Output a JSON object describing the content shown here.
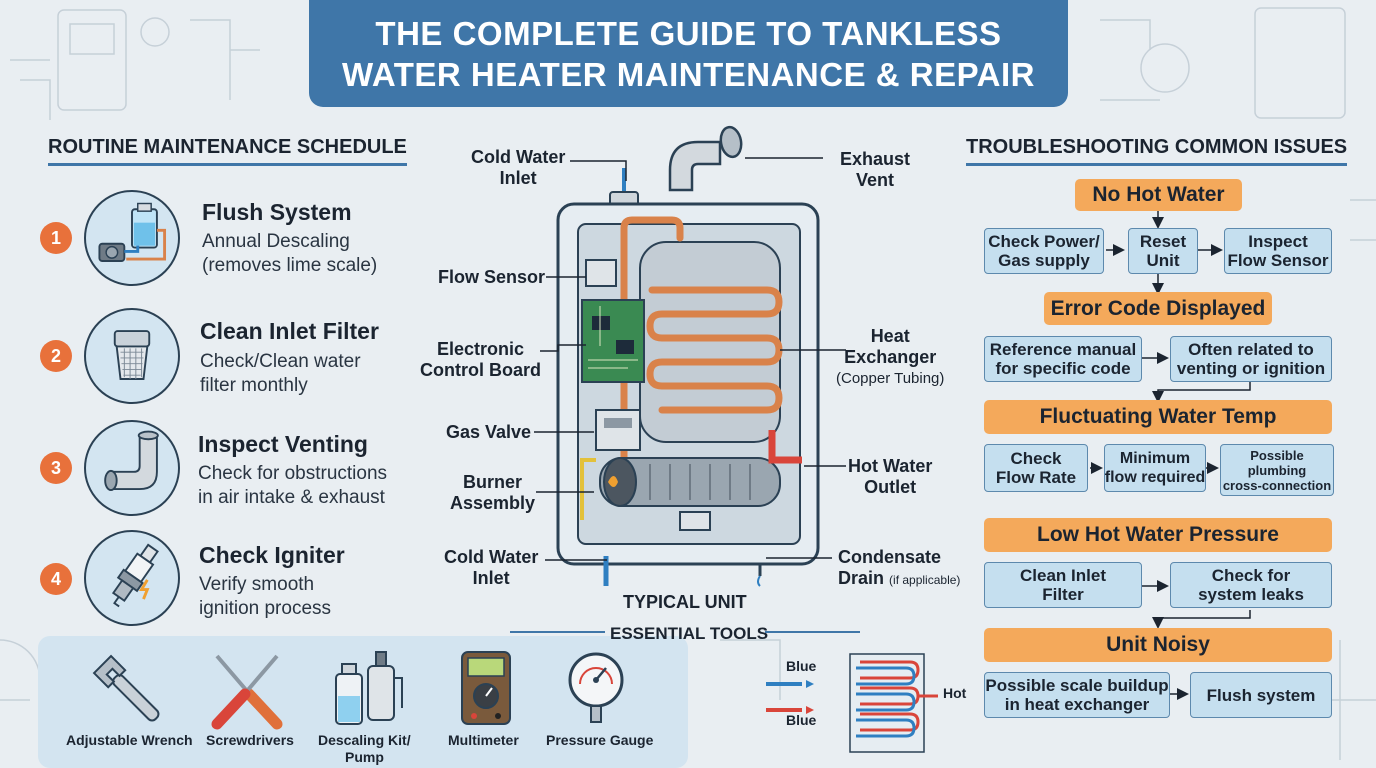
{
  "title": {
    "line1": "THE COMPLETE GUIDE TO TANKLESS",
    "line2": "WATER HEATER MAINTENANCE & REPAIR"
  },
  "maintenance": {
    "heading": "ROUTINE MAINTENANCE SCHEDULE",
    "steps": [
      {
        "number": "1",
        "title": "Flush System",
        "desc1": "Annual Descaling",
        "desc2": "(removes lime scale)",
        "icon": "flush-pump-icon"
      },
      {
        "number": "2",
        "title": "Clean Inlet Filter",
        "desc1": "Check/Clean water",
        "desc2": "filter monthly",
        "icon": "filter-icon"
      },
      {
        "number": "3",
        "title": "Inspect Venting",
        "desc1": "Check for obstructions",
        "desc2": "in air intake & exhaust",
        "icon": "vent-pipe-icon"
      },
      {
        "number": "4",
        "title": "Check Igniter",
        "desc1": "Verify smooth",
        "desc2": "ignition process",
        "icon": "spark-plug-icon"
      }
    ]
  },
  "tools": {
    "heading": "ESSENTIAL TOOLS",
    "items": [
      {
        "label": "Adjustable Wrench",
        "icon": "wrench-icon"
      },
      {
        "label": "Screwdrivers",
        "icon": "screwdriver-icon"
      },
      {
        "label": "Descaling Kit/",
        "label2": "Pump",
        "icon": "descaling-kit-icon"
      },
      {
        "label": "Multimeter",
        "icon": "multimeter-icon"
      },
      {
        "label": "Pressure Gauge",
        "icon": "pressure-gauge-icon"
      }
    ]
  },
  "diagram": {
    "caption": "TYPICAL UNIT",
    "labels": {
      "cold_inlet_top_1": "Cold Water",
      "cold_inlet_top_2": "Inlet",
      "exhaust_1": "Exhaust",
      "exhaust_2": "Vent",
      "flow_sensor": "Flow Sensor",
      "control_board_1": "Electronic",
      "control_board_2": "Control Board",
      "heat_exchanger_1": "Heat",
      "heat_exchanger_2": "Exchanger",
      "heat_exchanger_3": "(Copper Tubing)",
      "gas_valve": "Gas Valve",
      "burner_1": "Burner",
      "burner_2": "Assembly",
      "hot_outlet_1": "Hot Water",
      "hot_outlet_2": "Outlet",
      "cold_inlet_bottom_1": "Cold Water",
      "cold_inlet_bottom_2": "Inlet",
      "condensate_1": "Condensate",
      "condensate_2": "Drain",
      "condensate_3": "(if applicable)"
    },
    "mini": {
      "blue_top": "Blue",
      "blue_bottom": "Blue",
      "hot": "Hot"
    },
    "colors": {
      "copper": "#d9824a",
      "cold": "#2f7fc1",
      "hot": "#d9453a",
      "board": "#3a8a52"
    }
  },
  "troubleshooting": {
    "heading": "TROUBLESHOOTING COMMON ISSUES",
    "issues": [
      {
        "title": "No Hot Water",
        "steps": [
          [
            "Check Power/",
            "Gas supply"
          ],
          [
            "Reset",
            "Unit"
          ],
          [
            "Inspect",
            "Flow Sensor"
          ]
        ]
      },
      {
        "title": "Error Code Displayed",
        "steps": [
          [
            "Reference manual",
            "for specific code"
          ],
          [
            "Often related to",
            "venting or ignition"
          ]
        ]
      },
      {
        "title": "Fluctuating Water Temp",
        "steps": [
          [
            "Check",
            "Flow Rate"
          ],
          [
            "Minimum",
            "flow required"
          ],
          [
            "Possible",
            "plumbing",
            "cross-connection"
          ]
        ]
      },
      {
        "title": "Low Hot Water Pressure",
        "steps": [
          [
            "Clean Inlet",
            "Filter"
          ],
          [
            "Check for",
            "system leaks"
          ]
        ]
      },
      {
        "title": "Unit Noisy",
        "steps": [
          [
            "Possible scale buildup",
            "in heat exchanger"
          ],
          [
            "Flush system"
          ]
        ]
      }
    ]
  },
  "colors": {
    "banner": "#3f76a8",
    "accent_orange": "#e8713b",
    "issue_orange": "#f4a95b",
    "box_blue": "#c5dfef",
    "background": "#e9eef2"
  }
}
